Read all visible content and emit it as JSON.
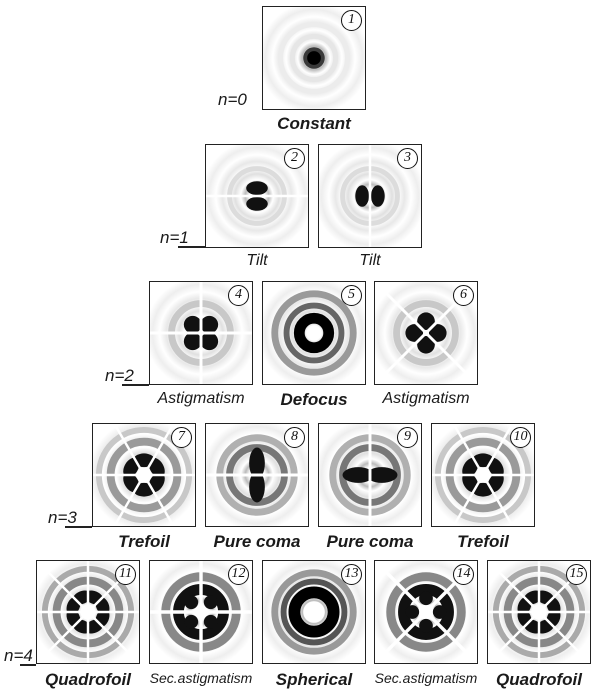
{
  "rows": [
    {
      "label": "n=0"
    },
    {
      "label": "n=1"
    },
    {
      "label": "n=2"
    },
    {
      "label": "n=3"
    },
    {
      "label": "n=4"
    }
  ],
  "modes": [
    {
      "index": "1",
      "name": "Constant",
      "bold": true,
      "pattern": "constant"
    },
    {
      "index": "2",
      "name": "Tilt",
      "bold": false,
      "pattern": "tilt-h"
    },
    {
      "index": "3",
      "name": "Tilt",
      "bold": false,
      "pattern": "tilt-v"
    },
    {
      "index": "4",
      "name": "Astigmatism",
      "bold": false,
      "pattern": "astig-cross"
    },
    {
      "index": "5",
      "name": "Defocus",
      "bold": true,
      "pattern": "defocus"
    },
    {
      "index": "6",
      "name": "Astigmatism",
      "bold": false,
      "pattern": "astig-x"
    },
    {
      "index": "7",
      "name": "Trefoil",
      "bold": true,
      "pattern": "trefoil"
    },
    {
      "index": "8",
      "name": "Pure coma",
      "bold": true,
      "pattern": "coma-h"
    },
    {
      "index": "9",
      "name": "Pure coma",
      "bold": true,
      "pattern": "coma-v"
    },
    {
      "index": "10",
      "name": "Trefoil",
      "bold": true,
      "pattern": "trefoil"
    },
    {
      "index": "11",
      "name": "Quadrofoil",
      "bold": true,
      "pattern": "quadrofoil"
    },
    {
      "index": "12",
      "name": "Sec.astigmatism",
      "bold": false,
      "pattern": "secastig-cross"
    },
    {
      "index": "13",
      "name": "Spherical",
      "bold": true,
      "pattern": "spherical"
    },
    {
      "index": "14",
      "name": "Sec.astigmatism",
      "bold": false,
      "pattern": "secastig-x"
    },
    {
      "index": "15",
      "name": "Quadrofoil",
      "bold": true,
      "pattern": "quadrofoil"
    }
  ]
}
